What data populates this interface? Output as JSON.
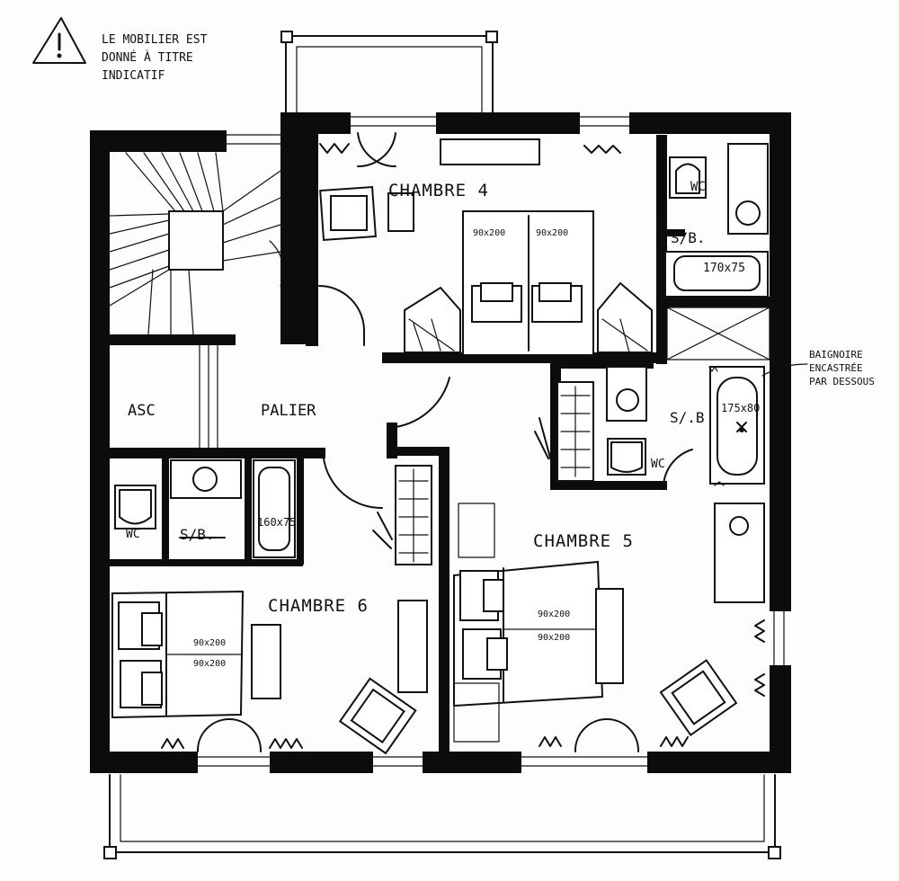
{
  "note": {
    "line1": "LE MOBILIER EST",
    "line2": "DONNÉ À TITRE",
    "line3": "INDICATIF"
  },
  "rooms": {
    "chambre4": "CHAMBRE 4",
    "chambre5": "CHAMBRE 5",
    "chambre6": "CHAMBRE 6",
    "palier": "PALIER",
    "asc": "ASC",
    "sdb_c4": "S/B.",
    "sdb_c5": "S/.B",
    "sdb_c6": "S/B.",
    "wc_c4": "WC",
    "wc_c5": "WC",
    "wc_c6": "WC"
  },
  "fixtures": {
    "bath_c4": "170x75",
    "bath_c5": "175x80",
    "bath_c6": "160x75",
    "bed_c4_left": "90x200",
    "bed_c4_right": "90x200",
    "bed_c5_top": "90x200",
    "bed_c5_bottom": "90x200",
    "bed_c6_top": "90x200",
    "bed_c6_bottom": "90x200"
  },
  "annotation": {
    "bath_line1": "BAIGNOIRE",
    "bath_line2": "ENCASTRÉE",
    "bath_line3": "PAR DESSOUS"
  }
}
